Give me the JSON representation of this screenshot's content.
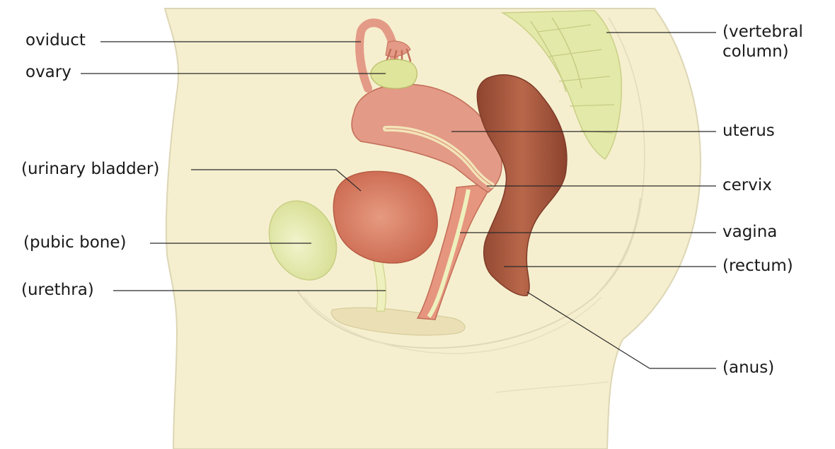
{
  "labels": {
    "oviduct": "oviduct",
    "ovary": "ovary",
    "urinary_bladder": "(urinary bladder)",
    "pubic_bone": "(pubic bone)",
    "urethra": "(urethra)",
    "vertebral_column": "(vertebral column)",
    "uterus": "uterus",
    "cervix": "cervix",
    "vagina": "vagina",
    "rectum": "(rectum)",
    "anus": "(anus)"
  },
  "colors": {
    "body_fill": "#f6efcf",
    "body_outline": "#d9d2b4",
    "uterus": "#e39a86",
    "uterus_dark": "#c97463",
    "bladder": "#d5765d",
    "rectum": "#a8583e",
    "bone": "#e3e9a8",
    "ovary": "#dfe59a",
    "leader_line": "#2a2a2a"
  }
}
